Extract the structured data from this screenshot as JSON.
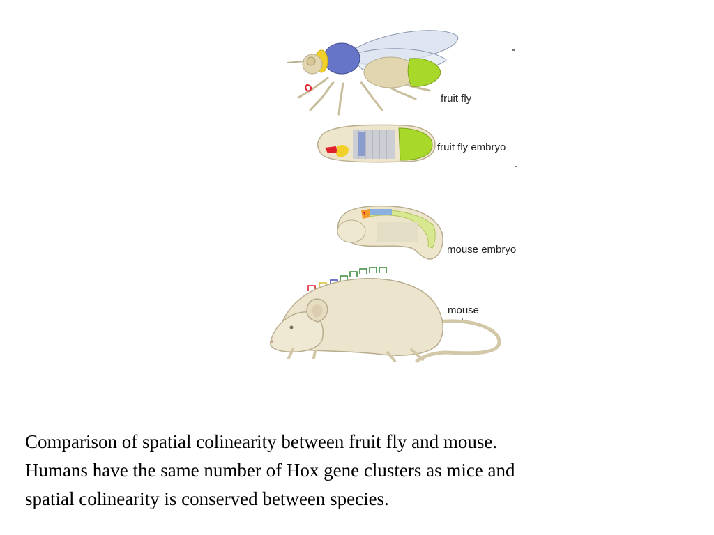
{
  "labels": {
    "fruit_fly": "fruit fly",
    "fruit_fly_embryo": "fruit fly embryo",
    "mouse_embryo": "mouse embryo",
    "mouse": "mouse"
  },
  "caption": {
    "line1": "Comparison of spatial colinearity between fruit fly and mouse.",
    "line2": "Humans have the same number of Hox gene clusters as mice and",
    "line3": "spatial colinearity is conserved between species."
  },
  "colors": {
    "body_tan": "#e6dcc0",
    "body_outline": "#b8ad8e",
    "hox_red": "#e0202a",
    "hox_yellow": "#f2d02a",
    "hox_blue": "#5b6fc6",
    "hox_lightblue": "#a8b8d8",
    "hox_green": "#a8d82a",
    "hox_darkgreen": "#3a8a3a",
    "mouse_fur": "#ece4cc"
  },
  "icons": {
    "fly": "fruit-fly-illustration",
    "fly_embryo": "fruit-fly-embryo-illustration",
    "mouse_embryo": "mouse-embryo-illustration",
    "mouse": "mouse-illustration"
  }
}
